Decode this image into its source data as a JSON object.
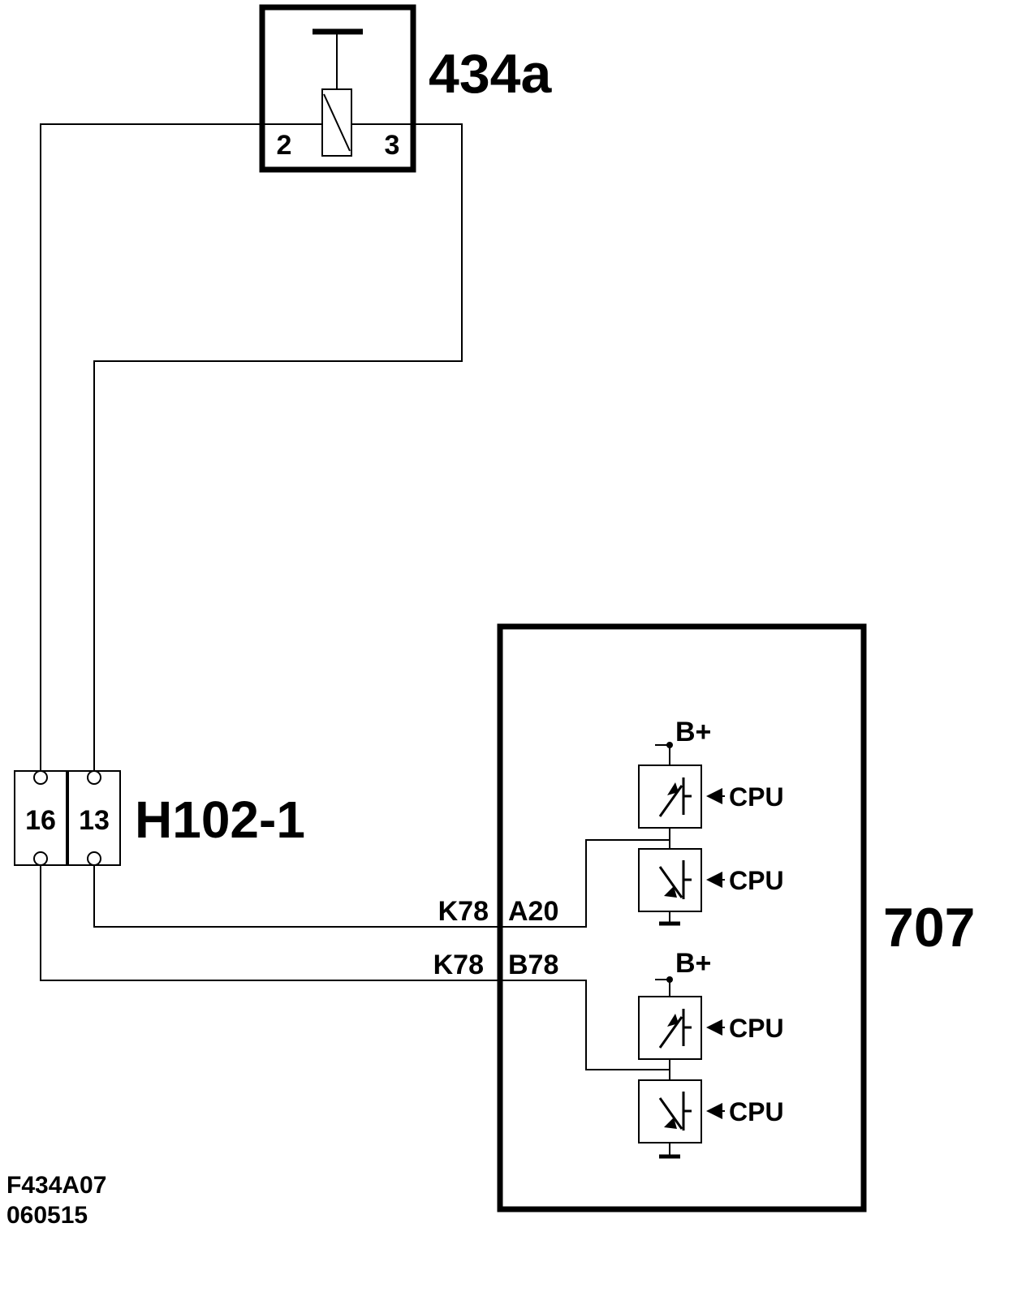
{
  "components": {
    "solenoid": {
      "ref": "434a",
      "pins": [
        "2",
        "3"
      ]
    },
    "connector": {
      "ref": "H102-1",
      "pins": [
        "16",
        "13"
      ]
    },
    "module": {
      "ref": "707"
    }
  },
  "wire_labels": [
    {
      "harness": "K78",
      "pin": "A20"
    },
    {
      "harness": "K78",
      "pin": "B78"
    }
  ],
  "driver_stages": [
    {
      "supply": "B+",
      "high_side_control": "CPU",
      "low_side_control": "CPU"
    },
    {
      "supply": "B+",
      "high_side_control": "CPU",
      "low_side_control": "CPU"
    }
  ],
  "drawing": {
    "id": "F434A07",
    "date_code": "060515"
  }
}
